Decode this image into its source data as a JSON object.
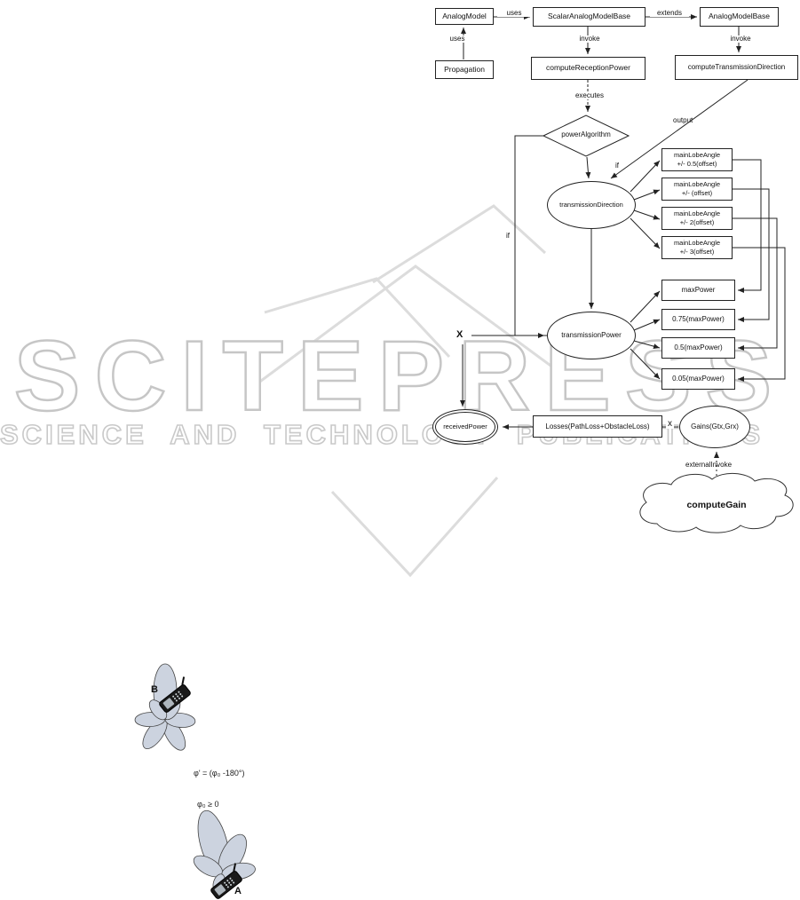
{
  "watermark": {
    "title": "SCITEPRESS",
    "subtitle": "SCIENCE AND TECHNOLOGY PUBLICATIONS"
  },
  "diagram": {
    "nodes": {
      "analog_model": "AnalogModel",
      "scalar_analog_model_base": "ScalarAnalogModelBase",
      "analog_model_base": "AnalogModelBase",
      "propagation": "Propagation",
      "compute_reception_power": "computeReceptionPower",
      "compute_transmission_direction": "computeTransmissionDirection",
      "power_algorithm": "powerAlgorithm",
      "transmission_direction": "transmissionDirection",
      "transmission_power": "transmissionPower",
      "received_power": "receivedPower",
      "losses": "Losses(PathLoss+ObstacleLoss)",
      "gains": "Gains(Gtx,Grx)",
      "compute_gain": "computeGain"
    },
    "lobe_boxes": [
      {
        "label": "mainLobeAngle\n+/- 0.5(offset)"
      },
      {
        "label": "mainLobeAngle\n+/- (offset)"
      },
      {
        "label": "mainLobeAngle\n+/- 2(offset)"
      },
      {
        "label": "mainLobeAngle\n+/- 3(offset)"
      }
    ],
    "power_boxes": [
      {
        "label": "maxPower"
      },
      {
        "label": "0.75(maxPower)"
      },
      {
        "label": "0.5(maxPower)"
      },
      {
        "label": "0.05(maxPower)"
      }
    ],
    "edge_labels": {
      "uses_horizontal": "uses",
      "uses_vertical": "uses",
      "extends": "extends",
      "invoke_left": "invoke",
      "invoke_right": "invoke",
      "executes": "executes",
      "output": "output",
      "if_right": "if",
      "if_left": "if",
      "multiply_main": "X",
      "multiply_gains": "x",
      "external_invoke": "externalInvoke"
    }
  },
  "antenna_figure": {
    "node_b_label": "B",
    "node_a_label": "A",
    "formula_b": "φ' = (φ₀ -180°)",
    "formula_a": "φ₀ ≥ 0"
  }
}
